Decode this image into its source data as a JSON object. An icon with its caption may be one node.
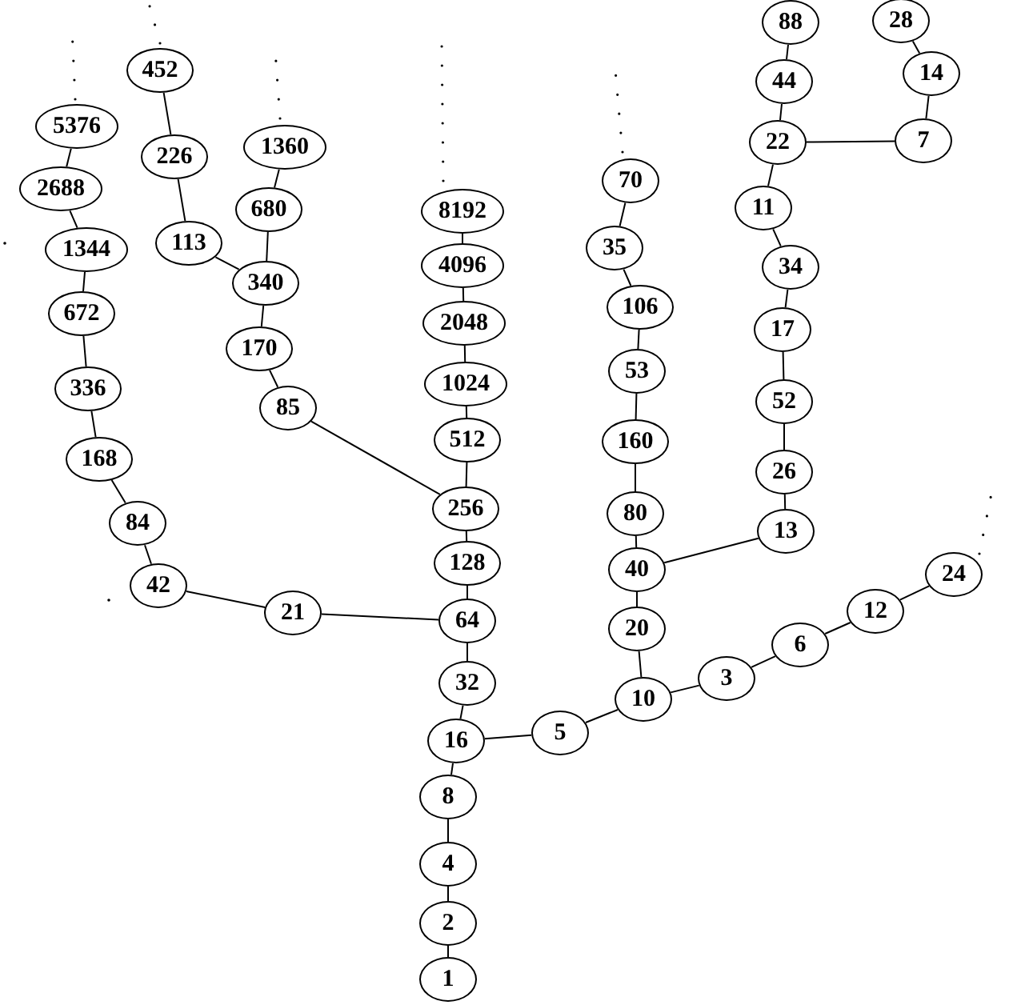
{
  "diagram": {
    "nodes": [
      {
        "text": [
          "1"
        ]
      },
      {
        "text": [
          "2"
        ]
      },
      {
        "text": [
          "4"
        ]
      },
      {
        "text": [
          "8"
        ]
      },
      {
        "text": [
          "16"
        ]
      },
      {
        "text": [
          "32"
        ]
      },
      {
        "text": [
          "64"
        ]
      },
      {
        "text": [
          "128"
        ]
      },
      {
        "text": [
          "256"
        ]
      },
      {
        "text": [
          "512"
        ]
      },
      {
        "text": [
          "1024"
        ]
      },
      {
        "text": [
          "2048"
        ]
      },
      {
        "text": [
          "4096"
        ]
      },
      {
        "text": [
          "8192"
        ]
      },
      {
        "text": [
          "5"
        ]
      },
      {
        "text": [
          "10"
        ]
      },
      {
        "text": [
          "20"
        ]
      },
      {
        "text": [
          "40"
        ]
      },
      {
        "text": [
          "80"
        ]
      },
      {
        "text": [
          "160"
        ]
      },
      {
        "text": [
          "53"
        ]
      },
      {
        "text": [
          "106"
        ]
      },
      {
        "text": [
          "35"
        ]
      },
      {
        "text": [
          "70"
        ]
      },
      {
        "text": [
          "3"
        ]
      },
      {
        "text": [
          "6"
        ]
      },
      {
        "text": [
          "12"
        ]
      },
      {
        "text": [
          "24"
        ]
      },
      {
        "text": [
          "13"
        ]
      },
      {
        "text": [
          "26"
        ]
      },
      {
        "text": [
          "52"
        ]
      },
      {
        "text": [
          "17"
        ]
      },
      {
        "text": [
          "34"
        ]
      },
      {
        "text": [
          "11"
        ]
      },
      {
        "text": [
          "22"
        ]
      },
      {
        "text": [
          "44"
        ]
      },
      {
        "text": [
          "88"
        ]
      },
      {
        "text": [
          "7"
        ]
      },
      {
        "text": [
          "14"
        ]
      },
      {
        "text": [
          "28"
        ]
      },
      {
        "text": [
          "21"
        ]
      },
      {
        "text": [
          "42"
        ]
      },
      {
        "text": [
          "84"
        ]
      },
      {
        "text": [
          "168"
        ]
      },
      {
        "text": [
          "336"
        ]
      },
      {
        "text": [
          "672"
        ]
      },
      {
        "text": [
          "1344"
        ]
      },
      {
        "text": [
          "2688"
        ]
      },
      {
        "text": [
          "5376"
        ]
      },
      {
        "text": [
          "85"
        ]
      },
      {
        "text": [
          "170"
        ]
      },
      {
        "text": [
          "340"
        ]
      },
      {
        "text": [
          "680"
        ]
      },
      {
        "text": [
          "1360"
        ]
      },
      {
        "text": [
          "113"
        ]
      },
      {
        "text": [
          "226"
        ]
      },
      {
        "text": [
          "452"
        ]
      }
    ],
    "edges": [
      {
        "from": 0,
        "to": 1,
        "arrow": "none"
      },
      {
        "from": 1,
        "to": 2,
        "arrow": "none"
      },
      {
        "from": 2,
        "to": 3,
        "arrow": "none"
      },
      {
        "from": 3,
        "to": 4,
        "arrow": "none"
      },
      {
        "from": 4,
        "to": 5,
        "arrow": "none"
      },
      {
        "from": 5,
        "to": 6,
        "arrow": "none"
      },
      {
        "from": 6,
        "to": 7,
        "arrow": "none"
      },
      {
        "from": 7,
        "to": 8,
        "arrow": "none"
      },
      {
        "from": 8,
        "to": 9,
        "arrow": "none"
      },
      {
        "from": 9,
        "to": 10,
        "arrow": "none"
      },
      {
        "from": 10,
        "to": 11,
        "arrow": "none"
      },
      {
        "from": 11,
        "to": 12,
        "arrow": "none"
      },
      {
        "from": 12,
        "to": 13,
        "arrow": "none"
      },
      {
        "from": 4,
        "to": 14,
        "arrow": "none"
      },
      {
        "from": 14,
        "to": 15,
        "arrow": "none"
      },
      {
        "from": 15,
        "to": 16,
        "arrow": "none"
      },
      {
        "from": 16,
        "to": 17,
        "arrow": "none"
      },
      {
        "from": 17,
        "to": 18,
        "arrow": "none"
      },
      {
        "from": 18,
        "to": 19,
        "arrow": "none"
      },
      {
        "from": 19,
        "to": 20,
        "arrow": "none"
      },
      {
        "from": 20,
        "to": 21,
        "arrow": "none"
      },
      {
        "from": 21,
        "to": 22,
        "arrow": "none"
      },
      {
        "from": 22,
        "to": 23,
        "arrow": "none"
      },
      {
        "from": 15,
        "to": 24,
        "arrow": "none"
      },
      {
        "from": 24,
        "to": 25,
        "arrow": "none"
      },
      {
        "from": 25,
        "to": 26,
        "arrow": "none"
      },
      {
        "from": 26,
        "to": 27,
        "arrow": "none"
      },
      {
        "from": 17,
        "to": 28,
        "arrow": "none"
      },
      {
        "from": 28,
        "to": 29,
        "arrow": "none"
      },
      {
        "from": 29,
        "to": 30,
        "arrow": "none"
      },
      {
        "from": 30,
        "to": 31,
        "arrow": "none"
      },
      {
        "from": 31,
        "to": 32,
        "arrow": "none"
      },
      {
        "from": 32,
        "to": 33,
        "arrow": "none"
      },
      {
        "from": 33,
        "to": 34,
        "arrow": "none"
      },
      {
        "from": 34,
        "to": 35,
        "arrow": "none"
      },
      {
        "from": 35,
        "to": 36,
        "arrow": "none"
      },
      {
        "from": 34,
        "to": 37,
        "arrow": "none"
      },
      {
        "from": 37,
        "to": 38,
        "arrow": "none"
      },
      {
        "from": 38,
        "to": 39,
        "arrow": "none"
      },
      {
        "from": 6,
        "to": 40,
        "arrow": "none"
      },
      {
        "from": 40,
        "to": 41,
        "arrow": "none"
      },
      {
        "from": 41,
        "to": 42,
        "arrow": "none"
      },
      {
        "from": 42,
        "to": 43,
        "arrow": "none"
      },
      {
        "from": 43,
        "to": 44,
        "arrow": "none"
      },
      {
        "from": 44,
        "to": 45,
        "arrow": "none"
      },
      {
        "from": 45,
        "to": 46,
        "arrow": "none"
      },
      {
        "from": 46,
        "to": 47,
        "arrow": "none"
      },
      {
        "from": 47,
        "to": 48,
        "arrow": "none"
      },
      {
        "from": 8,
        "to": 49,
        "arrow": "none"
      },
      {
        "from": 49,
        "to": 50,
        "arrow": "none"
      },
      {
        "from": 50,
        "to": 51,
        "arrow": "none"
      },
      {
        "from": 51,
        "to": 52,
        "arrow": "none"
      },
      {
        "from": 52,
        "to": 53,
        "arrow": "none"
      },
      {
        "from": 51,
        "to": 54,
        "arrow": "none"
      },
      {
        "from": 54,
        "to": 55,
        "arrow": "none"
      },
      {
        "from": 55,
        "to": 56,
        "arrow": "none"
      }
    ]
  }
}
